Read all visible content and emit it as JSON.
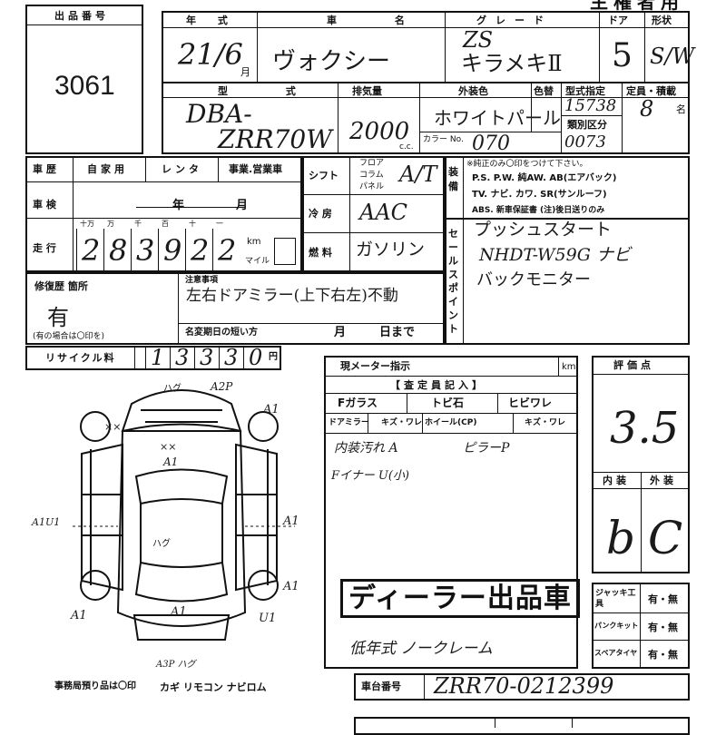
{
  "header": {
    "title_fragment": "主権者用",
    "lot_label": "出品番号",
    "lot_number": "3061",
    "col_year": "年 式",
    "col_name": "車 名",
    "col_grade": "グレード",
    "col_doors": "ドア",
    "col_shape": "形状"
  },
  "vehicle": {
    "year": "21/6",
    "month_unit": "月",
    "name": "ヴォクシー",
    "grade_line1": "ZS",
    "grade_line2": "キラメキⅡ",
    "doors": "5",
    "shape": "S/W"
  },
  "spec_labels": {
    "model": "型 式",
    "displacement": "排気量",
    "exterior_color": "外装色",
    "color_no": "色替",
    "type_designation": "型式指定",
    "category_no": "類別区分",
    "capacity": "定員・積載",
    "cc": "c.c.",
    "color_code": "カラー No.",
    "name_unit": "名"
  },
  "spec": {
    "model_line1": "DBA-",
    "model_line2": "ZRR70W",
    "displacement": "2000",
    "exterior_color": "ホワイトパール",
    "color_code": "070",
    "type_designation": "15738",
    "category_no": "0073",
    "capacity": "8"
  },
  "history": {
    "label_history": "車 歴",
    "options": "自家用",
    "rental": "レンタ",
    "business": "事業.営業車",
    "label_inspection": "車 検",
    "year_unit": "年",
    "month_unit": "月",
    "label_mileage": "走 行",
    "mileage_units": [
      "十万",
      "万",
      "千",
      "百",
      "十",
      "一"
    ],
    "mileage_digits": [
      "2",
      "8",
      "3",
      "9",
      "2",
      "2"
    ],
    "km": "km",
    "mile": "マイル"
  },
  "shift": {
    "label": "シフト",
    "floor": "フロア",
    "column": "コラム",
    "panel": "パネル",
    "value": "A/T",
    "ac_label": "冷 房",
    "ac_value": "AAC",
    "fuel_label": "燃 料",
    "fuel_value": "ガソリン"
  },
  "equipment": {
    "label": "装備",
    "note": "※純正のみ〇印をつけて下さい。",
    "line1": "P.S. P.W. 純AW. AB(エアバック)",
    "line2": "TV. ナビ. カワ. SR(サンルーフ)",
    "line3": "ABS. 新車保証書 (注)後日送りのみ"
  },
  "sales_points": {
    "label": "セールスポイント",
    "line1": "プッシュスタート",
    "line2": "NHDT-W59G ナビ",
    "line3": "バックモニター"
  },
  "repair": {
    "label": "修復歴 箇所",
    "value": "有",
    "note": "(有の場合は〇印を)",
    "notes_label": "注意事項",
    "notes_value": "左右ドアミラー(上下右左)不動",
    "rename_label": "名変期日の短い方",
    "month": "月",
    "day": "日まで"
  },
  "recycle": {
    "label": "リサイクル料",
    "digits": [
      "1",
      "3",
      "3",
      "3",
      "0"
    ],
    "yen": "円"
  },
  "meter": {
    "label": "現メーター指示",
    "km": "km"
  },
  "inspector": {
    "label": "【査定員記入】",
    "f_glass": "Fガラス",
    "tobi": "トビ石",
    "hibi": "ヒビワレ",
    "door_mirror": "ドアミラー",
    "kizu_ware": "キズ・ワレ",
    "wheel": "ホイール(CP)",
    "kizu_ware2": "キズ・ワレ",
    "note1a": "内装汚れ A",
    "note1b": "ピラーP",
    "note2": "Fイナー U(小)",
    "stamp": "ディーラー出品車",
    "note3": "低年式 ノークレーム"
  },
  "grade": {
    "label": "評価点",
    "score": "3.5",
    "interior_label": "内装",
    "exterior_label": "外装",
    "interior": "b",
    "exterior": "C"
  },
  "accessories": {
    "jack": "ジャッキ工具",
    "puncture": "パンクキット",
    "spare": "スペアタイヤ",
    "yes_no": "有・無"
  },
  "chassis": {
    "label": "車台番号",
    "value": "ZRR70-0212399"
  },
  "diagram": {
    "marks": {
      "top_left": "ハグ",
      "top_right": "A2P",
      "fl": "××",
      "fr": "A1",
      "hood1": "××",
      "hood2": "A1",
      "left_side": "A1U1",
      "right_side": "A1",
      "roof": "ハグ",
      "rl": "A1",
      "rr": "U1",
      "rear_a": "A1",
      "rear_b": "A1",
      "bottom": "A3P ハグ"
    },
    "footer_note": "事務局預り品は〇印",
    "footer_items": "カギ リモコン ナビロム"
  }
}
